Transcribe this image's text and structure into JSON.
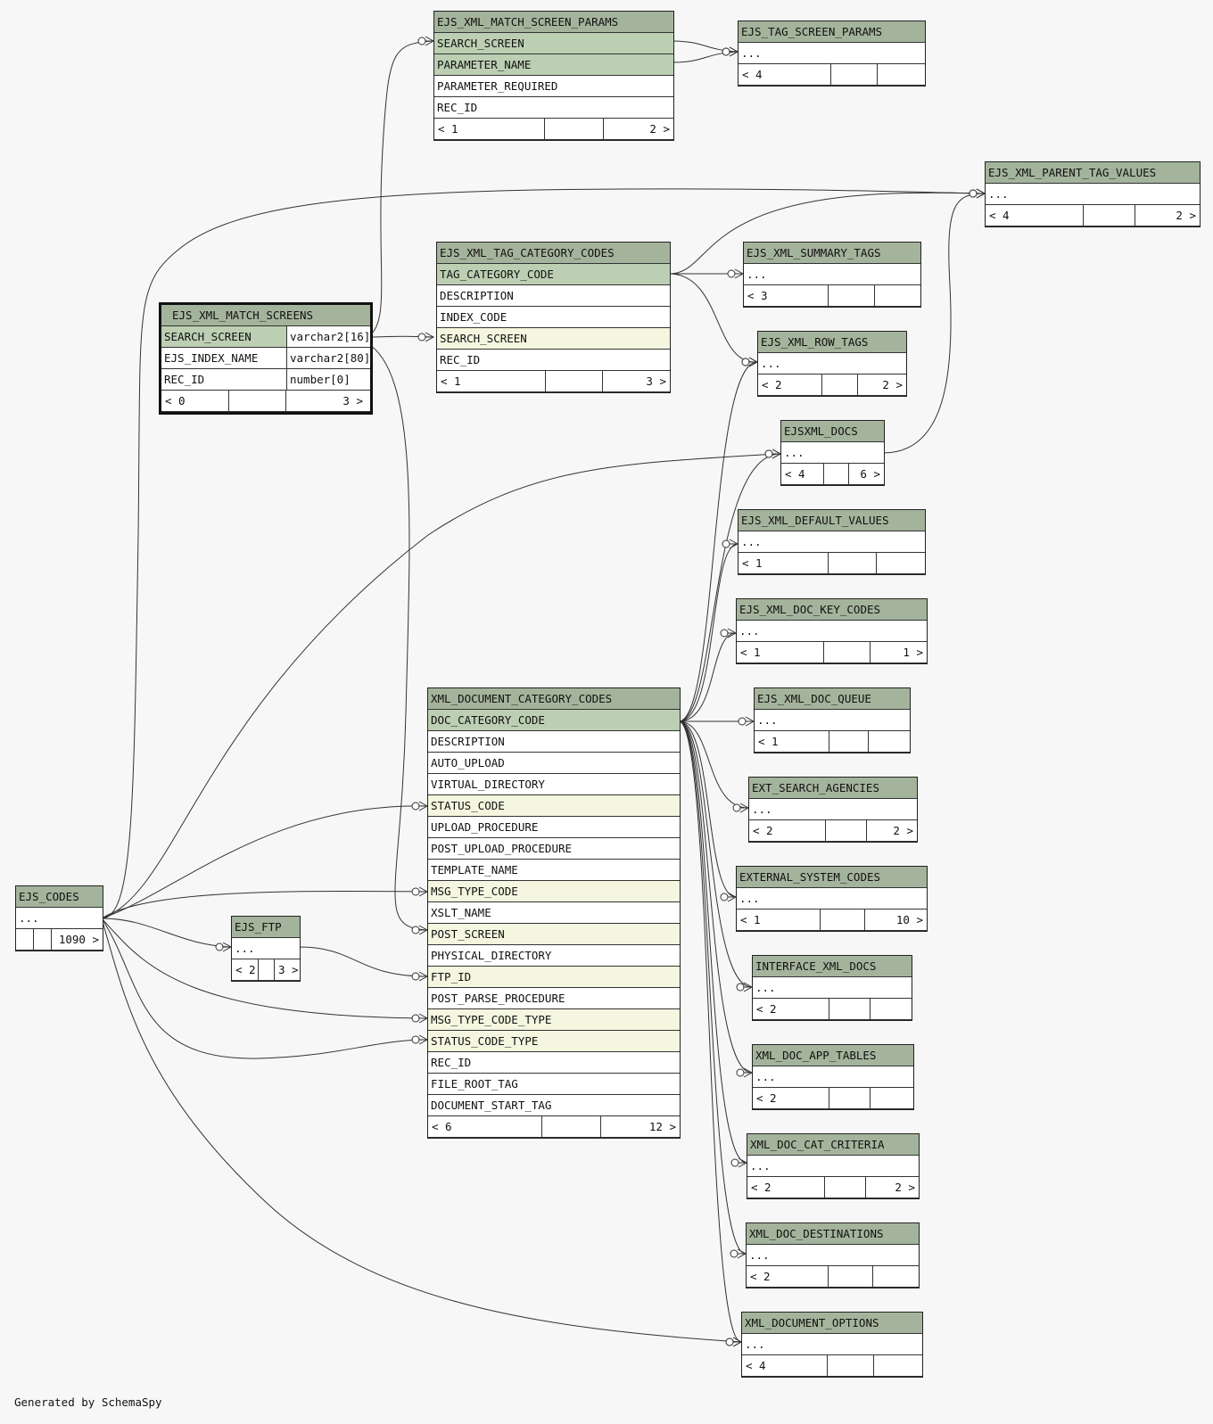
{
  "tables": [
    {
      "name": "EJS_XML_MATCH_SCREEN_PARAMS",
      "rows": [
        {
          "label": "SEARCH_SCREEN",
          "kind": "pk"
        },
        {
          "label": "PARAMETER_NAME",
          "kind": "pk"
        },
        {
          "label": "PARAMETER_REQUIRED",
          "kind": ""
        },
        {
          "label": "REC_ID",
          "kind": ""
        }
      ],
      "footer": [
        "< 1",
        "",
        "2 >"
      ]
    },
    {
      "name": "EJS_TAG_SCREEN_PARAMS",
      "rows": [
        {
          "label": "...",
          "kind": ""
        }
      ],
      "footer": [
        "< 4",
        "",
        ""
      ]
    },
    {
      "name": "EJS_XML_PARENT_TAG_VALUES",
      "rows": [
        {
          "label": "...",
          "kind": ""
        }
      ],
      "footer": [
        "< 4",
        "",
        "2 >"
      ]
    },
    {
      "name": "EJS_XML_TAG_CATEGORY_CODES",
      "rows": [
        {
          "label": "TAG_CATEGORY_CODE",
          "kind": "pk"
        },
        {
          "label": "DESCRIPTION",
          "kind": ""
        },
        {
          "label": "INDEX_CODE",
          "kind": ""
        },
        {
          "label": "SEARCH_SCREEN",
          "kind": "fk"
        },
        {
          "label": "REC_ID",
          "kind": ""
        }
      ],
      "footer": [
        "< 1",
        "",
        "3 >"
      ]
    },
    {
      "name": "EJS_XML_SUMMARY_TAGS",
      "rows": [
        {
          "label": "...",
          "kind": ""
        }
      ],
      "footer": [
        "< 3",
        "",
        ""
      ]
    },
    {
      "name": "EJS_XML_MATCH_SCREENS",
      "rows": [
        {
          "label": "SEARCH_SCREEN",
          "kind": "pk",
          "type": "varchar2[16]"
        },
        {
          "label": "EJS_INDEX_NAME",
          "kind": "",
          "type": "varchar2[80]"
        },
        {
          "label": "REC_ID",
          "kind": "",
          "type": "number[0]"
        }
      ],
      "footer": [
        "< 0",
        "",
        "3 >"
      ]
    },
    {
      "name": "EJS_XML_ROW_TAGS",
      "rows": [
        {
          "label": "...",
          "kind": ""
        }
      ],
      "footer": [
        "< 2",
        "",
        "2 >"
      ]
    },
    {
      "name": "EJSXML_DOCS",
      "rows": [
        {
          "label": "...",
          "kind": ""
        }
      ],
      "footer": [
        "< 4",
        "",
        "6 >"
      ]
    },
    {
      "name": "EJS_XML_DEFAULT_VALUES",
      "rows": [
        {
          "label": "...",
          "kind": ""
        }
      ],
      "footer": [
        "< 1",
        "",
        ""
      ]
    },
    {
      "name": "EJS_XML_DOC_KEY_CODES",
      "rows": [
        {
          "label": "...",
          "kind": ""
        }
      ],
      "footer": [
        "< 1",
        "",
        "1 >"
      ]
    },
    {
      "name": "EJS_XML_DOC_QUEUE",
      "rows": [
        {
          "label": "...",
          "kind": ""
        }
      ],
      "footer": [
        "< 1",
        "",
        ""
      ]
    },
    {
      "name": "XML_DOCUMENT_CATEGORY_CODES",
      "rows": [
        {
          "label": "DOC_CATEGORY_CODE",
          "kind": "pk"
        },
        {
          "label": "DESCRIPTION",
          "kind": ""
        },
        {
          "label": "AUTO_UPLOAD",
          "kind": ""
        },
        {
          "label": "VIRTUAL_DIRECTORY",
          "kind": ""
        },
        {
          "label": "STATUS_CODE",
          "kind": "fk"
        },
        {
          "label": "UPLOAD_PROCEDURE",
          "kind": ""
        },
        {
          "label": "POST_UPLOAD_PROCEDURE",
          "kind": ""
        },
        {
          "label": "TEMPLATE_NAME",
          "kind": ""
        },
        {
          "label": "MSG_TYPE_CODE",
          "kind": "fk"
        },
        {
          "label": "XSLT_NAME",
          "kind": ""
        },
        {
          "label": "POST_SCREEN",
          "kind": "fk"
        },
        {
          "label": "PHYSICAL_DIRECTORY",
          "kind": ""
        },
        {
          "label": "FTP_ID",
          "kind": "fk"
        },
        {
          "label": "POST_PARSE_PROCEDURE",
          "kind": ""
        },
        {
          "label": "MSG_TYPE_CODE_TYPE",
          "kind": "fk"
        },
        {
          "label": "STATUS_CODE_TYPE",
          "kind": "fk"
        },
        {
          "label": "REC_ID",
          "kind": ""
        },
        {
          "label": "FILE_ROOT_TAG",
          "kind": ""
        },
        {
          "label": "DOCUMENT_START_TAG",
          "kind": ""
        }
      ],
      "footer": [
        "< 6",
        "",
        "12 >"
      ]
    },
    {
      "name": "EXT_SEARCH_AGENCIES",
      "rows": [
        {
          "label": "...",
          "kind": ""
        }
      ],
      "footer": [
        "< 2",
        "",
        "2 >"
      ]
    },
    {
      "name": "EXTERNAL_SYSTEM_CODES",
      "rows": [
        {
          "label": "...",
          "kind": ""
        }
      ],
      "footer": [
        "< 1",
        "",
        "10 >"
      ]
    },
    {
      "name": "EJS_CODES",
      "rows": [
        {
          "label": "...",
          "kind": ""
        }
      ],
      "footer": [
        "",
        "",
        "1090 >"
      ]
    },
    {
      "name": "EJS_FTP",
      "rows": [
        {
          "label": "...",
          "kind": ""
        }
      ],
      "footer": [
        "< 2",
        "",
        "3 >"
      ]
    },
    {
      "name": "INTERFACE_XML_DOCS",
      "rows": [
        {
          "label": "...",
          "kind": ""
        }
      ],
      "footer": [
        "< 2",
        "",
        ""
      ]
    },
    {
      "name": "XML_DOC_APP_TABLES",
      "rows": [
        {
          "label": "...",
          "kind": ""
        }
      ],
      "footer": [
        "< 2",
        "",
        ""
      ]
    },
    {
      "name": "XML_DOC_CAT_CRITERIA",
      "rows": [
        {
          "label": "...",
          "kind": ""
        }
      ],
      "footer": [
        "< 2",
        "",
        "2 >"
      ]
    },
    {
      "name": "XML_DOC_DESTINATIONS",
      "rows": [
        {
          "label": "...",
          "kind": ""
        }
      ],
      "footer": [
        "< 2",
        "",
        ""
      ]
    },
    {
      "name": "XML_DOCUMENT_OPTIONS",
      "rows": [
        {
          "label": "...",
          "kind": ""
        }
      ],
      "footer": [
        "< 4",
        "",
        ""
      ]
    }
  ],
  "relationships": [
    {
      "from": "EJS_XML_MATCH_SCREENS.SEARCH_SCREEN",
      "to": "EJS_XML_MATCH_SCREEN_PARAMS.SEARCH_SCREEN"
    },
    {
      "from": "EJS_XML_MATCH_SCREENS.SEARCH_SCREEN",
      "to": "EJS_XML_TAG_CATEGORY_CODES.SEARCH_SCREEN"
    },
    {
      "from": "EJS_XML_MATCH_SCREENS.SEARCH_SCREEN",
      "to": "XML_DOCUMENT_CATEGORY_CODES.POST_SCREEN"
    },
    {
      "from": "EJS_XML_MATCH_SCREEN_PARAMS",
      "to": "EJS_TAG_SCREEN_PARAMS"
    },
    {
      "from": "EJS_XML_TAG_CATEGORY_CODES",
      "to": "EJS_XML_SUMMARY_TAGS"
    },
    {
      "from": "EJS_XML_TAG_CATEGORY_CODES",
      "to": "EJS_XML_PARENT_TAG_VALUES"
    },
    {
      "from": "EJS_XML_TAG_CATEGORY_CODES",
      "to": "EJS_XML_ROW_TAGS"
    },
    {
      "from": "EJSXML_DOCS",
      "to": "EJS_XML_PARENT_TAG_VALUES"
    },
    {
      "from": "EJS_CODES",
      "to": "EJS_XML_PARENT_TAG_VALUES"
    },
    {
      "from": "EJS_CODES",
      "to": "EJSXML_DOCS"
    },
    {
      "from": "EJS_CODES",
      "to": "XML_DOCUMENT_CATEGORY_CODES.STATUS_CODE"
    },
    {
      "from": "EJS_CODES",
      "to": "XML_DOCUMENT_CATEGORY_CODES.MSG_TYPE_CODE"
    },
    {
      "from": "EJS_CODES",
      "to": "XML_DOCUMENT_CATEGORY_CODES.MSG_TYPE_CODE_TYPE"
    },
    {
      "from": "EJS_CODES",
      "to": "XML_DOCUMENT_CATEGORY_CODES.STATUS_CODE_TYPE"
    },
    {
      "from": "EJS_CODES",
      "to": "EJS_FTP"
    },
    {
      "from": "EJS_CODES",
      "to": "XML_DOCUMENT_OPTIONS"
    },
    {
      "from": "EJS_FTP",
      "to": "XML_DOCUMENT_CATEGORY_CODES.FTP_ID"
    },
    {
      "from": "XML_DOCUMENT_CATEGORY_CODES",
      "to": "EJS_XML_ROW_TAGS"
    },
    {
      "from": "XML_DOCUMENT_CATEGORY_CODES",
      "to": "EJSXML_DOCS"
    },
    {
      "from": "XML_DOCUMENT_CATEGORY_CODES",
      "to": "EJS_XML_DEFAULT_VALUES"
    },
    {
      "from": "XML_DOCUMENT_CATEGORY_CODES",
      "to": "EJS_XML_DOC_KEY_CODES"
    },
    {
      "from": "XML_DOCUMENT_CATEGORY_CODES",
      "to": "EJS_XML_DOC_QUEUE"
    },
    {
      "from": "XML_DOCUMENT_CATEGORY_CODES",
      "to": "EXT_SEARCH_AGENCIES"
    },
    {
      "from": "XML_DOCUMENT_CATEGORY_CODES",
      "to": "EXTERNAL_SYSTEM_CODES"
    },
    {
      "from": "XML_DOCUMENT_CATEGORY_CODES",
      "to": "INTERFACE_XML_DOCS"
    },
    {
      "from": "XML_DOCUMENT_CATEGORY_CODES",
      "to": "XML_DOC_APP_TABLES"
    },
    {
      "from": "XML_DOCUMENT_CATEGORY_CODES",
      "to": "XML_DOC_CAT_CRITERIA"
    },
    {
      "from": "XML_DOCUMENT_CATEGORY_CODES",
      "to": "XML_DOC_DESTINATIONS"
    },
    {
      "from": "XML_DOCUMENT_CATEGORY_CODES",
      "to": "XML_DOCUMENT_OPTIONS"
    }
  ],
  "caption": "Generated by SchemaSpy",
  "colors": {
    "header": "#a4b49c",
    "primary_key": "#bccfb3",
    "foreign_key": "#f4f6df",
    "background": "#f7f7f7"
  }
}
